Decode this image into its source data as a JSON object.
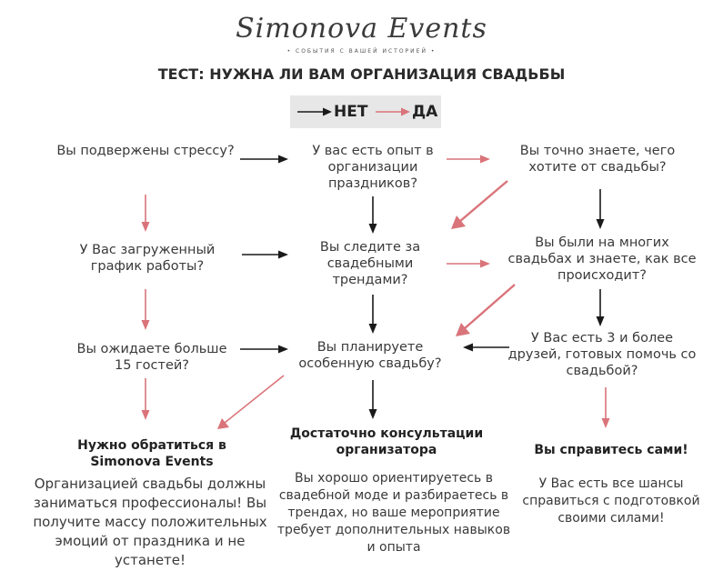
{
  "header": {
    "logo_text": "Simonova Events",
    "tagline": "• СОБЫТИЯ С ВАШЕЙ ИСТОРИЕЙ •",
    "title": "ТЕСТ: НУЖНА ЛИ ВАМ ОРГАНИЗАЦИЯ СВАДЬБЫ"
  },
  "legend": {
    "no_label": "НЕТ",
    "yes_label": "ДА",
    "no_color": "#1a1a1a",
    "yes_color": "#d9747a"
  },
  "nodes": {
    "stress": "Вы подвержены стрессу?",
    "experience": "У вас есть опыт в организации праздников?",
    "know_wants": "Вы точно знаете, чего хотите от свадьбы?",
    "busy": "У Вас загруженный график работы?",
    "trends": "Вы следите за свадебными трендами?",
    "attended": "Вы были на многих свадьбах и знаете, как все происходит?",
    "guests": "Вы ожидаете больше 15 гостей?",
    "special": "Вы планируете особенную свадьбу?",
    "friends": "У Вас есть 3 и более друзей, готовых помочь со свадьбой?"
  },
  "results": {
    "organizer": {
      "title": "Нужно обратиться в Simonova Events",
      "text": "Организацией свадьбы должны заниматься профессионалы! Вы получите массу положительных эмоций от праздника и не устанете!"
    },
    "consult": {
      "title": "Достаточно консультации организатора",
      "text": "Вы хорошо ориентируетесь в свадебной моде и разбираетесь в трендах, но ваше мероприятие требует дополнительных навыков и опыта"
    },
    "self": {
      "title": "Вы справитесь сами!",
      "text": "У Вас есть все шансы справиться с подготовкой своими силами!"
    }
  }
}
